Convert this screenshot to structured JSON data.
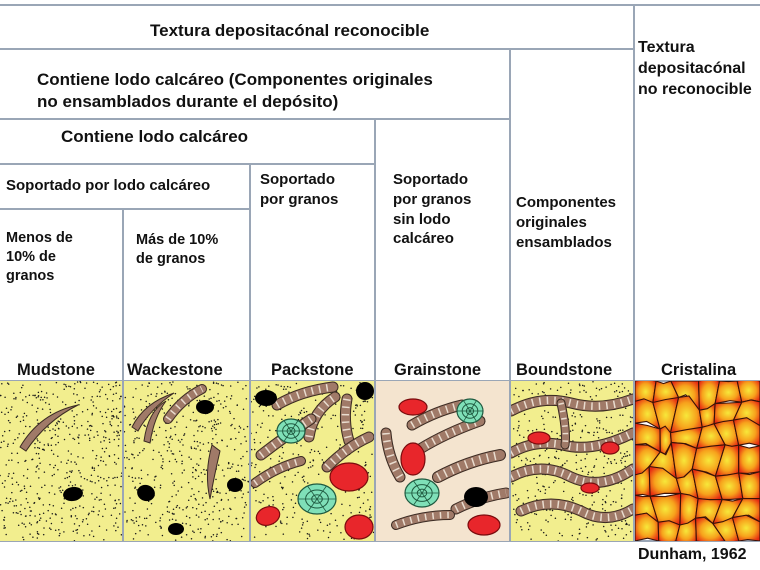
{
  "headers": {
    "depositional": "Textura depositacónal  reconocible",
    "not_depositional": "Textura\ndepositacónal\nno reconocible",
    "contains_mud_full": "Contiene lodo calcáreo (Componentes  originales\nno ensamblados durante  el depósito)",
    "contains_mud": "Contiene lodo calcáreo",
    "mud_supported": "Soportado por lodo calcáreo",
    "grain_supported": "Soportado\npor granos",
    "grain_supported_no_mud": "Soportado\npor granos\nsin lodo\ncalcáreo",
    "components_bound": "Componentes\noriginales\nensamblados",
    "less_10": "Menos de\n10% de\ngranos",
    "more_10": "Más de 10%\nde granos"
  },
  "rock_names": {
    "mudstone": "Mudstone",
    "wackestone": "Wackestone",
    "packstone": "Packstone",
    "grainstone": "Grainstone",
    "boundstone": "Boundstone",
    "cristalina": "Cristalina"
  },
  "citation": "Dunham, 1962",
  "colors": {
    "matrix": "#f2ee8e",
    "cement": "#f4e4cf",
    "grid_line": "#9aa6b6",
    "shell": "#a07a68",
    "red_grain": "#e8262b",
    "ooid": "#7fe0b8",
    "black_grain": "#000000",
    "crystal_center": "#f7e83a",
    "crystal_edge": "#e62a12"
  }
}
